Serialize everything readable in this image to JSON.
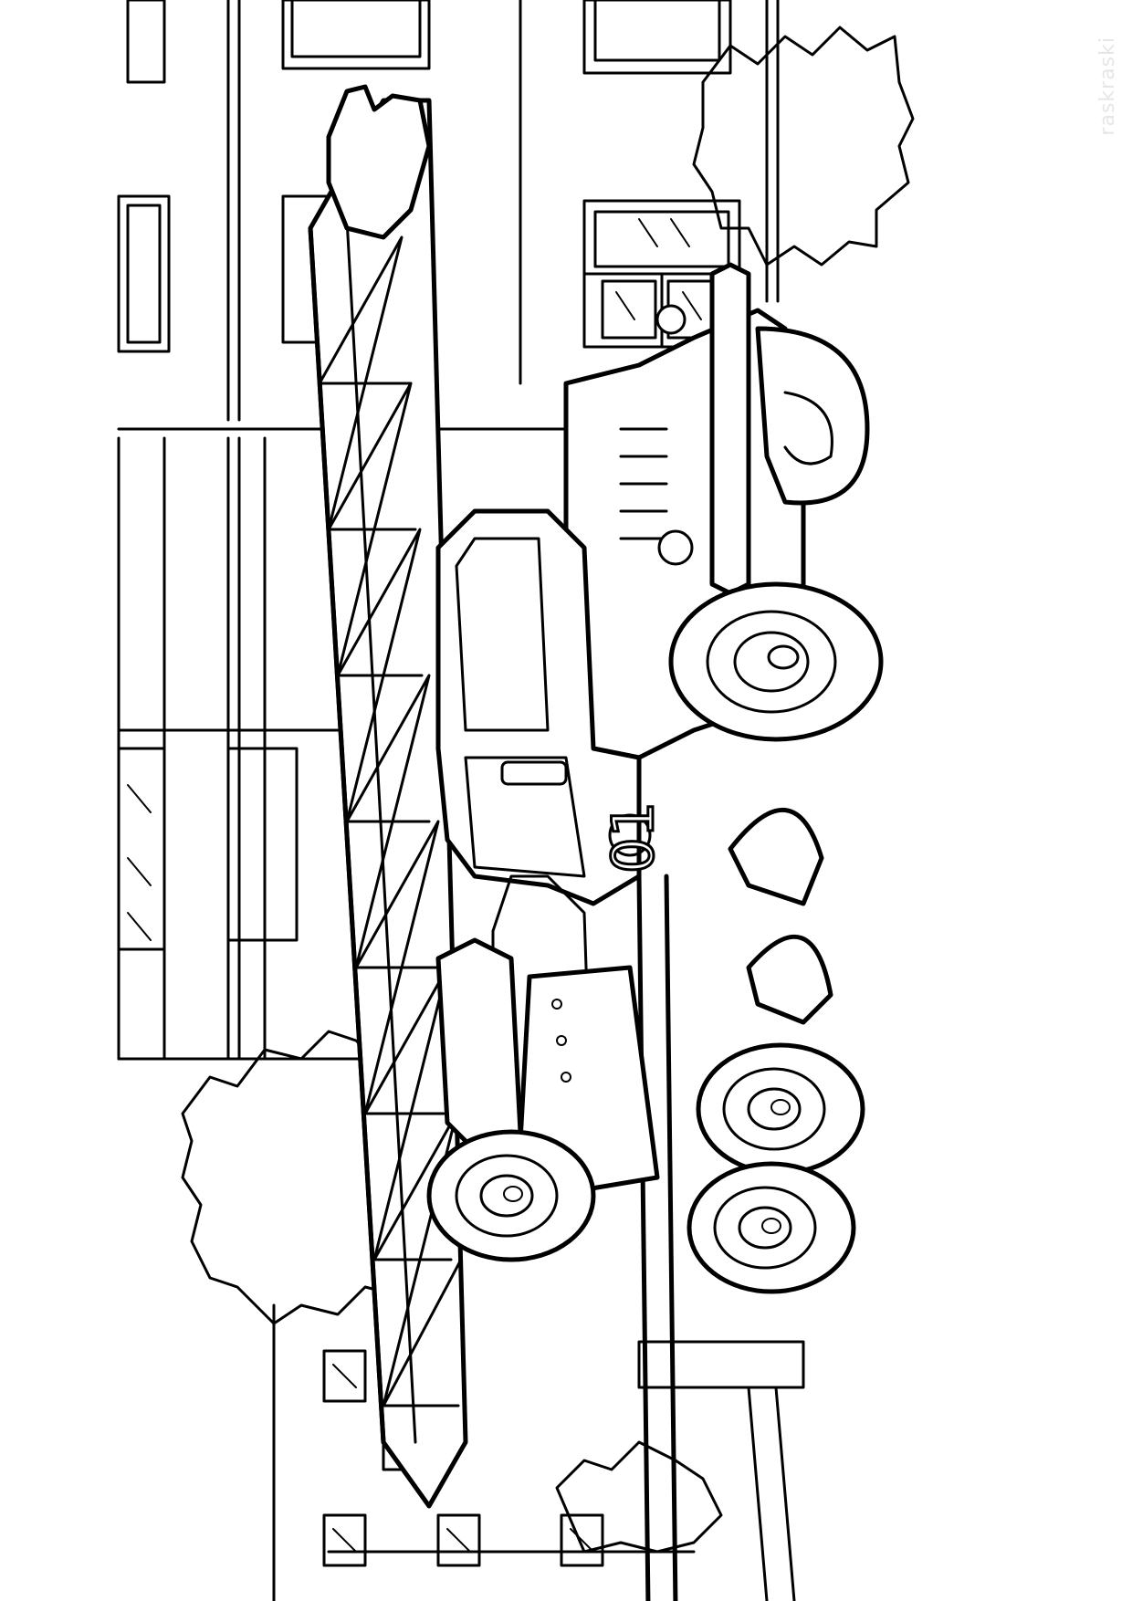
{
  "artwork": {
    "kind": "coloring-page",
    "subject": "fire-ladder-truck",
    "orientation": "rotated-90",
    "colors": {
      "line": "#000000",
      "paper": "#ffffff",
      "watermark": "#e6e6e6"
    },
    "vehicle_number": "01"
  },
  "watermark": {
    "text": "raskraski"
  }
}
